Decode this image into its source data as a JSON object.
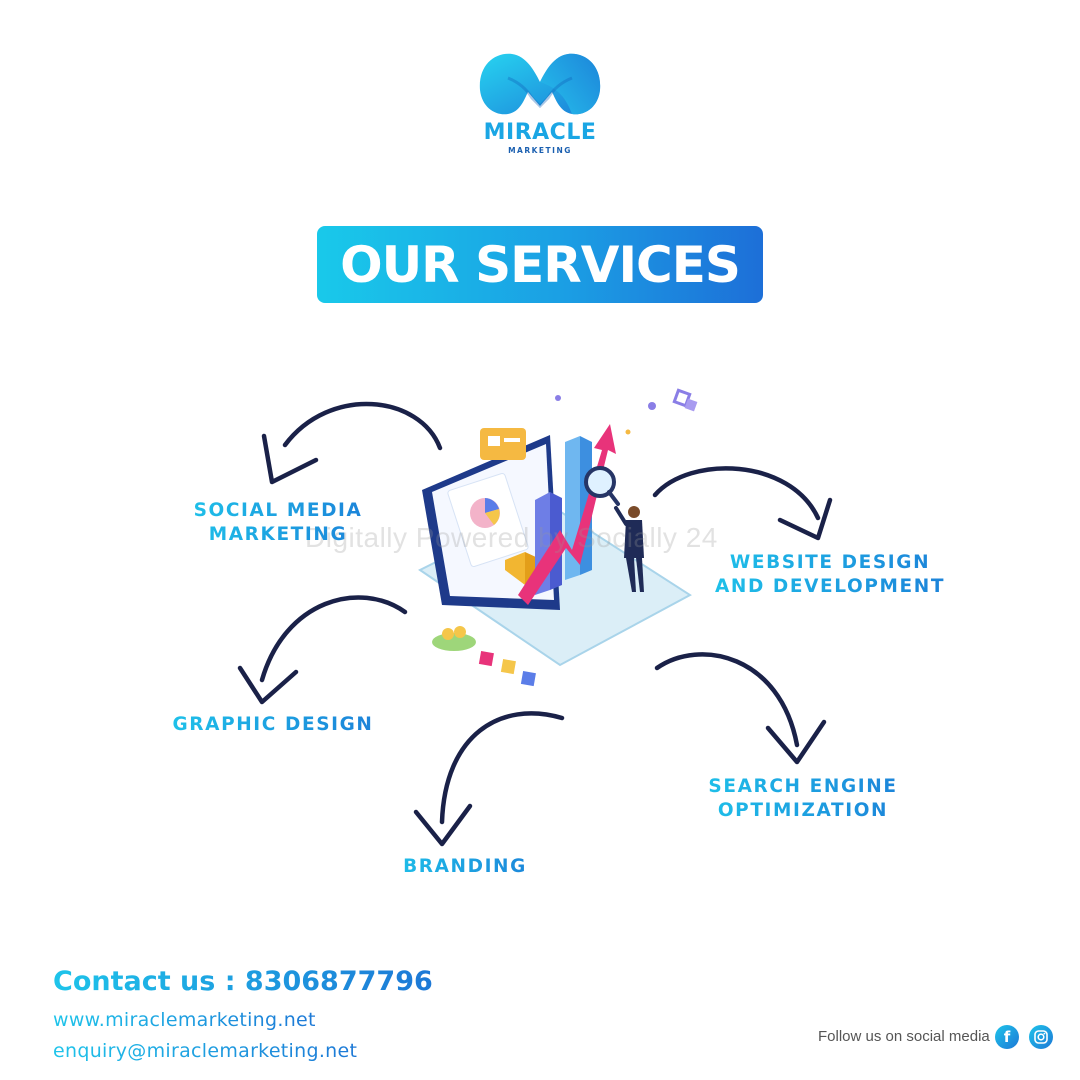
{
  "brand": {
    "name": "MIRACLE",
    "tagline": "MARKETING"
  },
  "title": "OUR SERVICES",
  "services": [
    {
      "line1": "SOCIAL MEDIA",
      "line2": "MARKETING"
    },
    {
      "line1": "WEBSITE DESIGN",
      "line2": "AND DEVELOPMENT"
    },
    {
      "line1": "GRAPHIC DESIGN"
    },
    {
      "line1": "SEARCH ENGINE",
      "line2": "OPTIMIZATION"
    },
    {
      "line1": "BRANDING"
    }
  ],
  "watermark": "Digitally Powered by Socially 24",
  "contact": {
    "phone_line": "Contact us : 8306877796",
    "website": "www.miraclemarketing.net",
    "email": "enquiry@miraclemarketing.net"
  },
  "social": {
    "follow_text": "Follow us on social media",
    "icons": [
      "facebook-icon",
      "instagram-icon"
    ]
  },
  "colors": {
    "accent_light": "#1ec4ea",
    "accent_dark": "#1d6fd8",
    "arrow": "#1a2148"
  }
}
